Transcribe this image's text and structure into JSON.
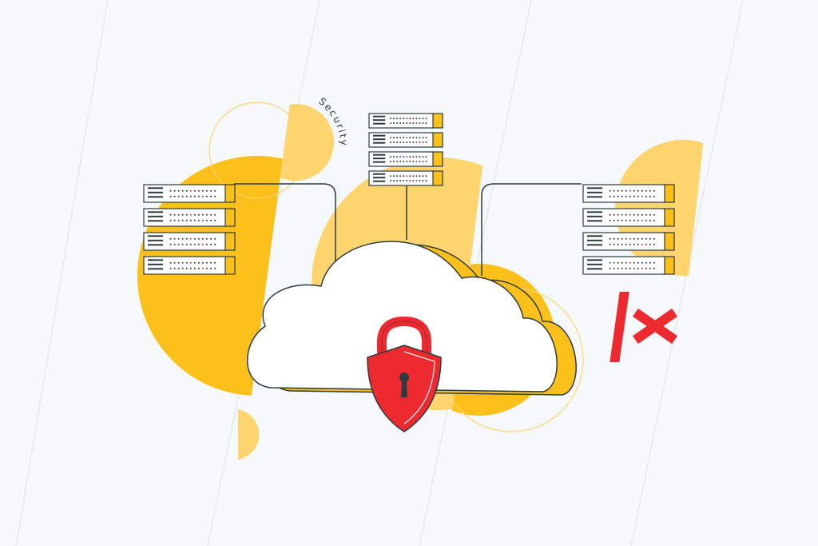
{
  "illustration": {
    "security_label": "Security",
    "colors": {
      "background": "#f6f9fb",
      "yellow_strong": "#fcc01a",
      "yellow_light": "#fdd46e",
      "red_accent": "#ec2a2f",
      "outline": "#2c3b3f",
      "cloud_fill": "#ffffff",
      "server_fill": "#ffffff",
      "server_tab": "#fcc01a"
    },
    "icons": {
      "cloud": "cloud-icon",
      "lock": "padlock-icon",
      "server_rack": "server-rack-icon",
      "asterisk": "asterisk-icon"
    },
    "server_stacks": [
      {
        "name": "server-stack-left",
        "units": 4
      },
      {
        "name": "server-stack-top",
        "units": 4
      },
      {
        "name": "server-stack-right",
        "units": 4
      }
    ]
  }
}
